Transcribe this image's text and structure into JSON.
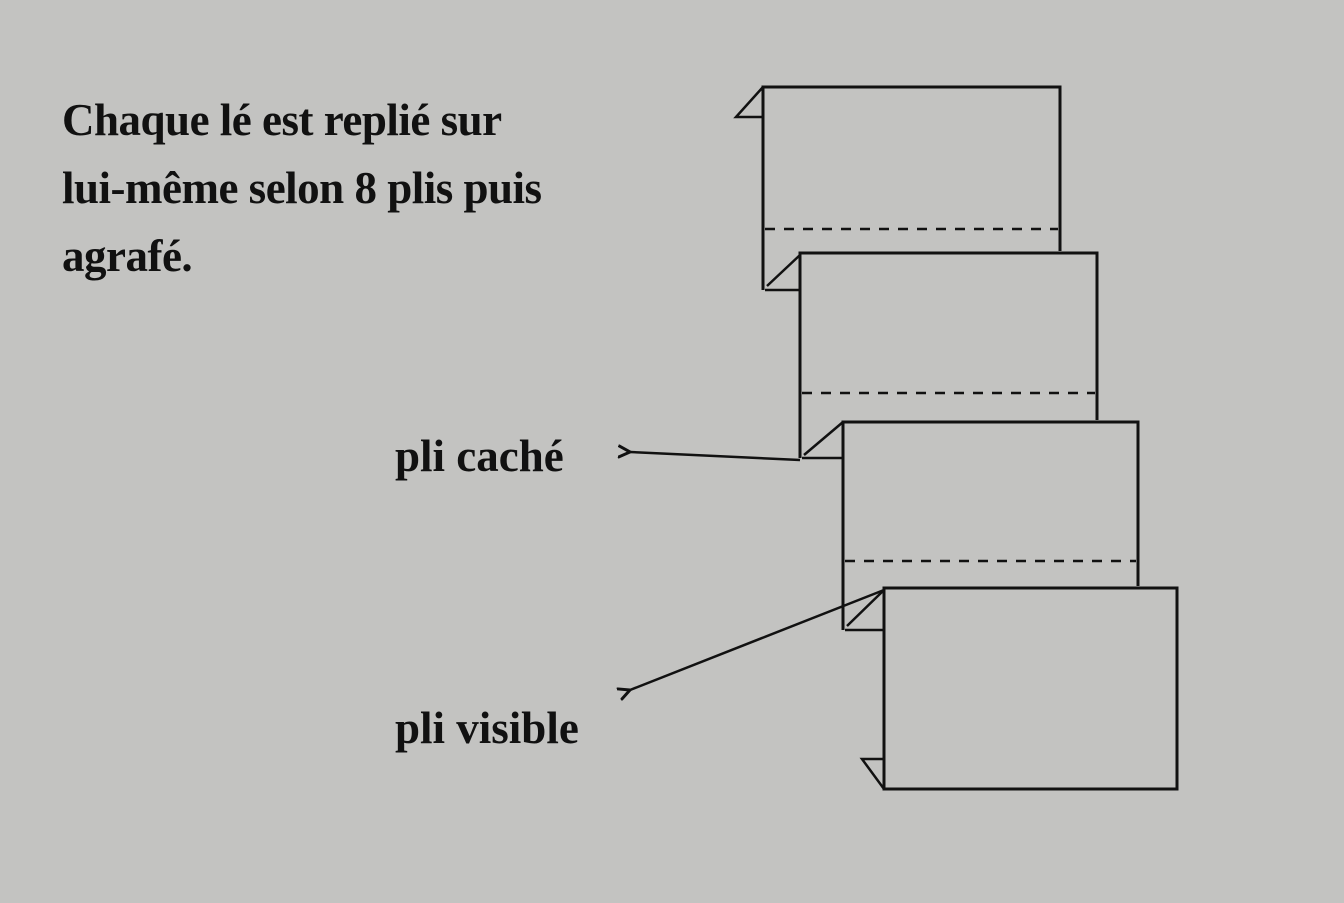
{
  "title_lines": [
    "Chaque lé est replié sur",
    "lui-même selon 8 plis puis",
    "agrafé."
  ],
  "labels": {
    "hidden_fold": "pli caché",
    "visible_fold": "pli visible"
  },
  "colors": {
    "background": "#c3c3c1",
    "ink": "#111111"
  }
}
